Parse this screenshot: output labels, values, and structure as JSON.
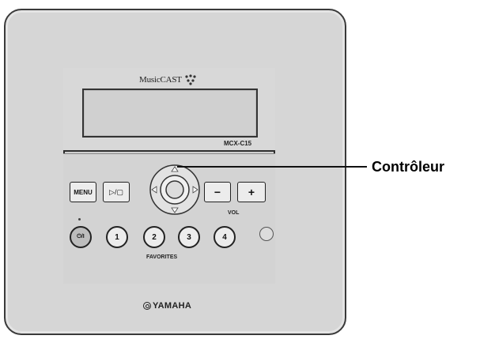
{
  "device": {
    "brand_text": "MusicCAST",
    "model": "MCX-C15",
    "logo_text": "YAMAHA"
  },
  "buttons": {
    "menu": "MENU",
    "play_pause": "▷/▢",
    "vol_minus": "−",
    "vol_plus": "+",
    "power": "⏻/I",
    "fav1": "1",
    "fav2": "2",
    "fav3": "3",
    "fav4": "4"
  },
  "labels": {
    "vol": "VOL",
    "favorites": "FAVORITES"
  },
  "callout": {
    "label": "Contrôleur"
  }
}
